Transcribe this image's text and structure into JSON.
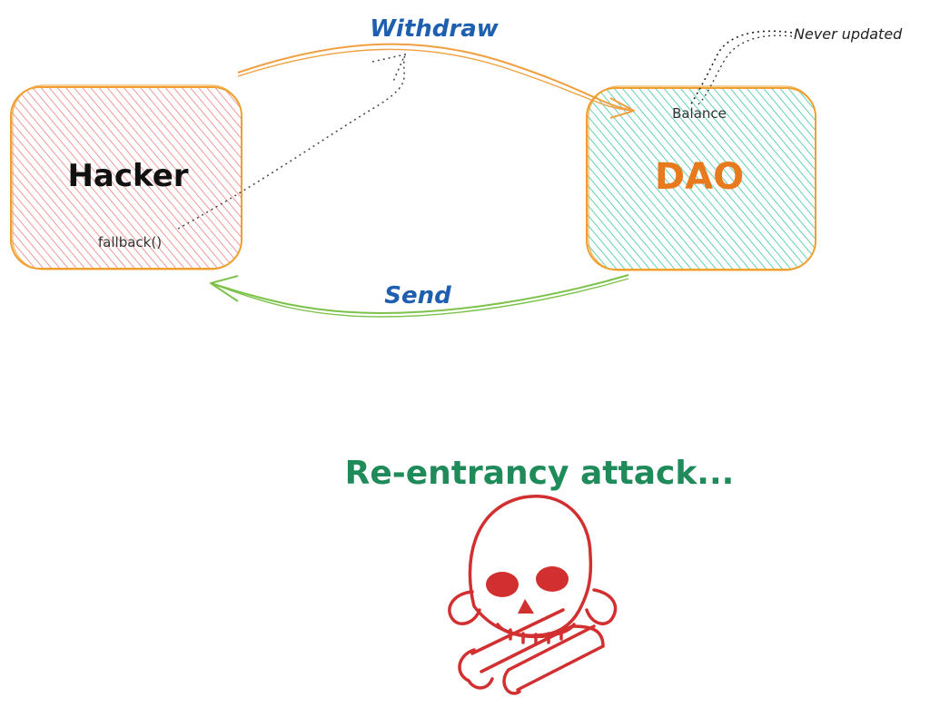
{
  "nodes": {
    "hacker": {
      "title": "Hacker",
      "subtitle": "fallback()"
    },
    "dao": {
      "title": "DAO",
      "subtitle": "Balance"
    }
  },
  "edges": {
    "withdraw": "Withdraw",
    "send": "Send"
  },
  "notes": {
    "never_updated": "Never updated"
  },
  "caption": "Re-entrancy attack...",
  "colors": {
    "hacker_fill": "#f08080",
    "hacker_border": "#f0a030",
    "dao_fill": "#3cc8a0",
    "dao_border": "#f0a030",
    "withdraw_arrow": "#f0a040",
    "send_arrow": "#7cc24a",
    "label_blue": "#1f5fb0",
    "dao_title": "#e8791c",
    "caption": "#1f8a5a",
    "skull": "#d23030"
  }
}
